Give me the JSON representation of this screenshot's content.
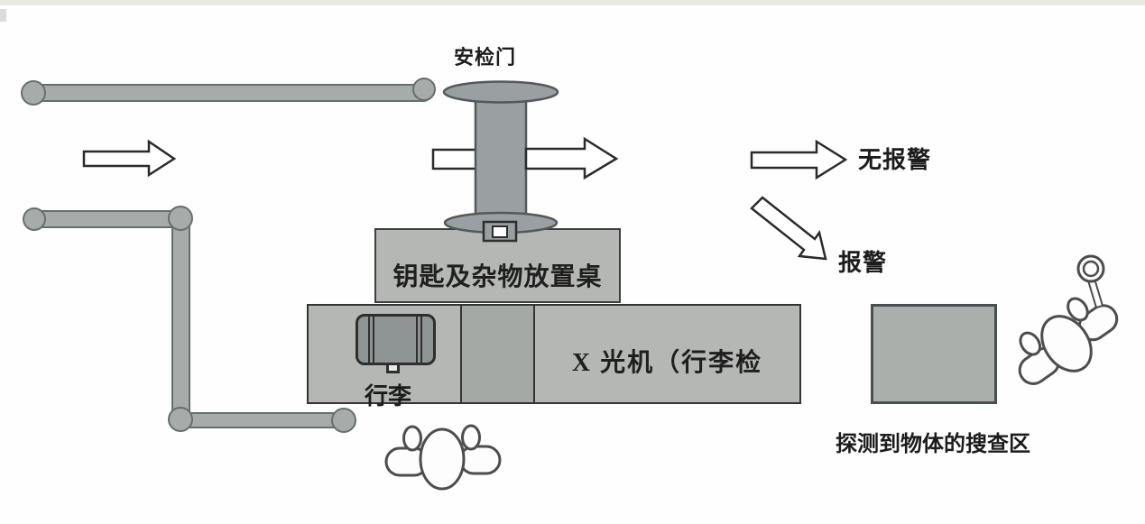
{
  "labels": {
    "security_gate": "安检门",
    "no_alarm": "无报警",
    "alarm": "报警",
    "keys_table": "钥匙及杂物放置桌",
    "xray_machine": "X 光机（行李检",
    "luggage": "行李",
    "search_area": "探测到物体的搜查区"
  },
  "icons": {
    "flow_arrow_entry": "right-arrow",
    "flow_arrow_through_gate": "right-arrow",
    "no_alarm_arrow": "right-arrow",
    "alarm_arrow": "diagonal-down-right-arrow",
    "security_officer": "person-top-view",
    "inspector": "person-top-view-tilted",
    "wand": "handheld-metal-detector"
  },
  "colors": {
    "surface_gray": "#b4b7b3",
    "mid_section_gray": "#a5a9a6",
    "search_box_gray": "#abafab",
    "rail_gray": "#a7acab",
    "gate_gray": "#9aa0a1",
    "suitcase_gray": "#8f9594",
    "outline_dark": "#343434",
    "ink": "#1c1c1c"
  }
}
